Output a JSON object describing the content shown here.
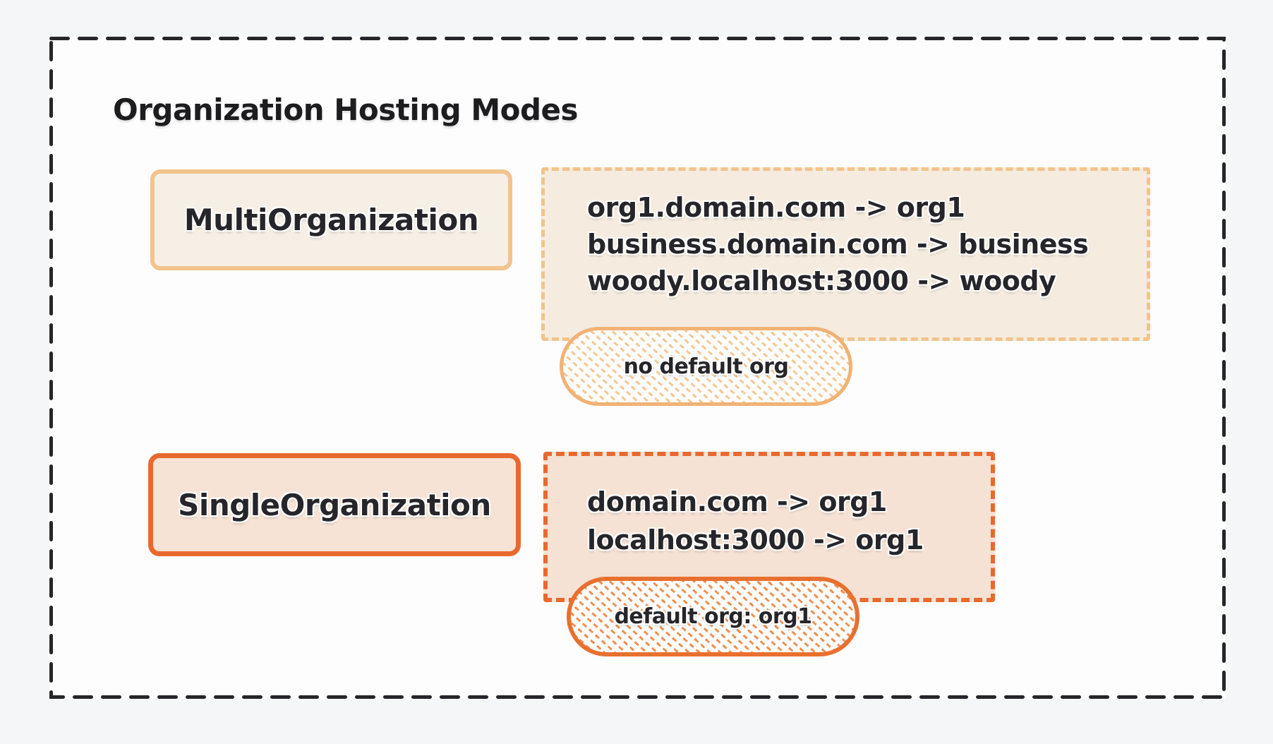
{
  "frame": {
    "title": "Organization Hosting Modes"
  },
  "colors": {
    "page_background": "#f5f6f8",
    "frame_background": "#fdfdfe",
    "frame_border": "#26262a",
    "ink": "#26262a",
    "multi_accent": "#f2c38b",
    "multi_fill": "#f6efe6",
    "multi_badge_border": "#f0b275",
    "single_accent": "#e8692e",
    "single_fill": "#f6e2d4",
    "single_badge_border": "#e8702f"
  },
  "modes": [
    {
      "name": "MultiOrganization",
      "mappings": [
        "org1.domain.com -> org1",
        "business.domain.com -> business",
        "woody.localhost:3000 -> woody"
      ],
      "badge": "no default org"
    },
    {
      "name": "SingleOrganization",
      "mappings": [
        "domain.com -> org1",
        "localhost:3000 -> org1"
      ],
      "badge": "default org: org1"
    }
  ]
}
